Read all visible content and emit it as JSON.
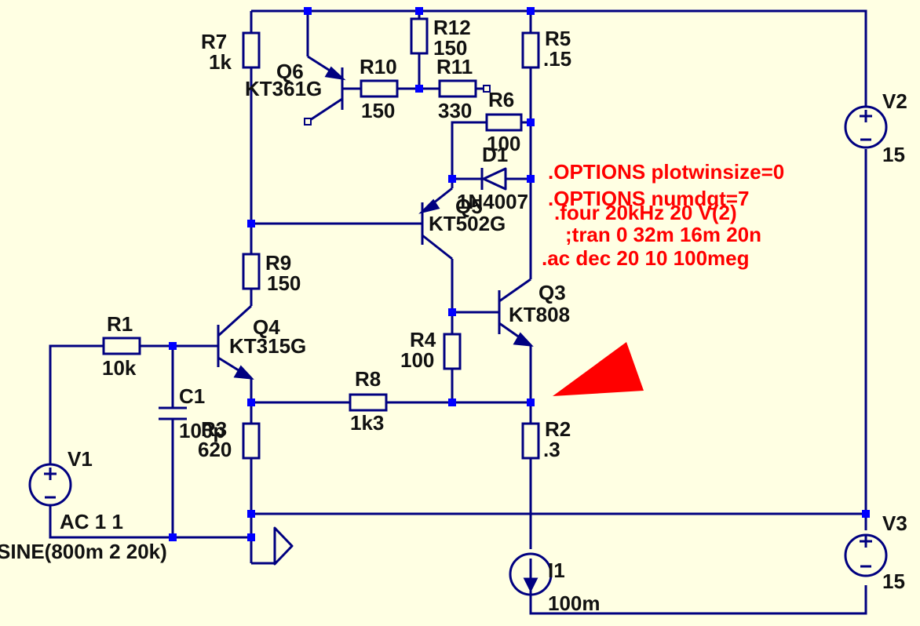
{
  "colors": {
    "background": "#ffffe3",
    "wire": "#000080",
    "node": "#0000ff",
    "label": "#111111",
    "directive": "#ff0000"
  },
  "components": {
    "R1": {
      "name": "R1",
      "value": "10k"
    },
    "R2": {
      "name": "R2",
      "value": ".3"
    },
    "R3": {
      "name": "R3",
      "value": "620"
    },
    "R4": {
      "name": "R4",
      "value": "100"
    },
    "R5": {
      "name": "R5",
      "value": ".15"
    },
    "R6": {
      "name": "R6",
      "value": "100"
    },
    "R7": {
      "name": "R7",
      "value": "1k"
    },
    "R8": {
      "name": "R8",
      "value": "1k3"
    },
    "R9": {
      "name": "R9",
      "value": "150"
    },
    "R10": {
      "name": "R10",
      "value": "150"
    },
    "R11": {
      "name": "R11",
      "value": "330"
    },
    "R12": {
      "name": "R12",
      "value": "150"
    },
    "C1": {
      "name": "C1",
      "value": "100p"
    },
    "D1": {
      "name": "D1",
      "value": "1N4007"
    },
    "Q3": {
      "name": "Q3",
      "value": "KT808"
    },
    "Q4": {
      "name": "Q4",
      "value": "KT315G"
    },
    "Q5": {
      "name": "Q5",
      "value": "KT502G"
    },
    "Q6": {
      "name": "Q6",
      "value": "KT361G"
    },
    "V1": {
      "name": "V1",
      "value": "SINE(800m 2 20k)",
      "ac": "AC 1 1"
    },
    "V2": {
      "name": "V2",
      "value": "15"
    },
    "V3": {
      "name": "V3",
      "value": "15"
    },
    "I1": {
      "name": "I1",
      "value": "100m"
    }
  },
  "directives": [
    ".OPTIONS plotwinsize=0",
    ".OPTIONS numdgt=7",
    ".four 20kHz 20 V(2)",
    ";tran 0 32m 16m 20n",
    ".ac dec 20 10 100meg"
  ]
}
